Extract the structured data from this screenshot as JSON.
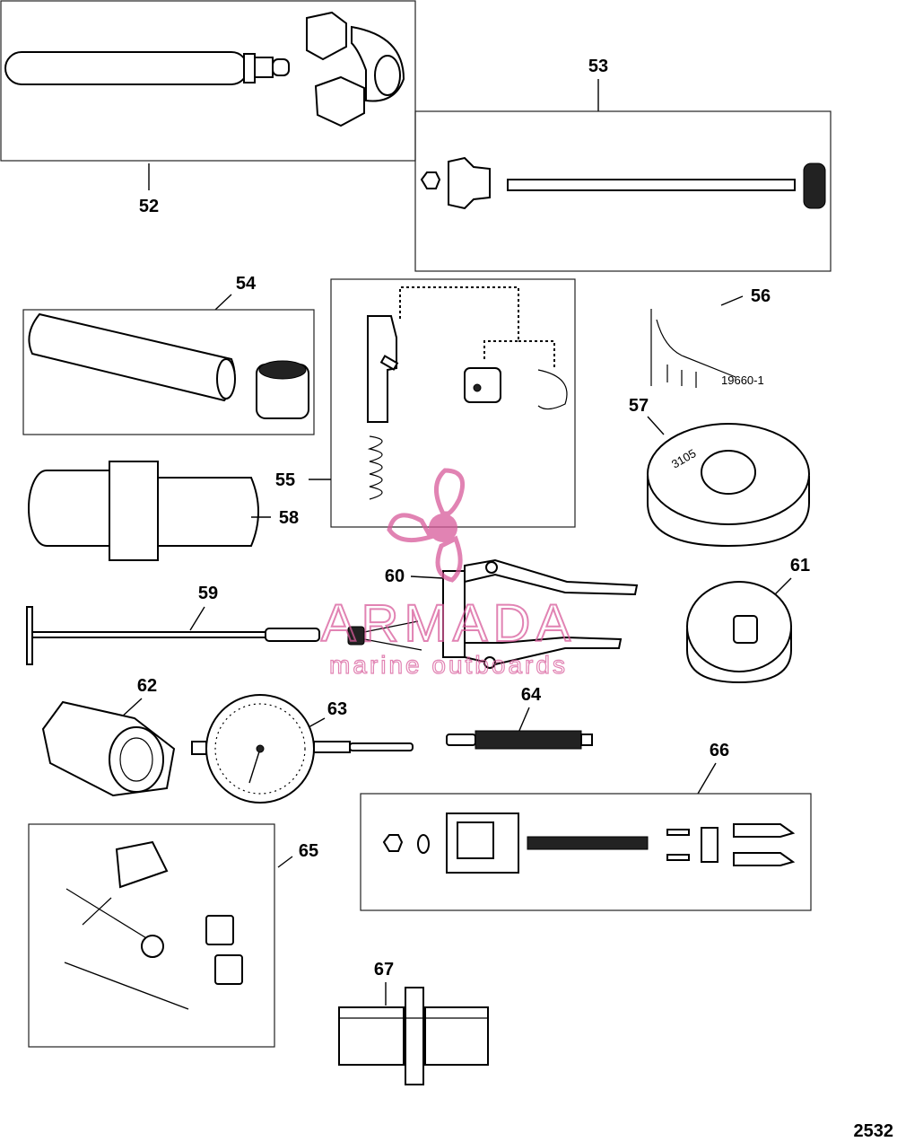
{
  "callouts": {
    "c52": "52",
    "c53": "53",
    "c54": "54",
    "c55": "55",
    "c56": "56",
    "c57": "57",
    "c58": "58",
    "c59": "59",
    "c60": "60",
    "c61": "61",
    "c62": "62",
    "c63": "63",
    "c64": "64",
    "c65": "65",
    "c66": "66",
    "c67": "67"
  },
  "labels": {
    "ref_code": "19660-1",
    "ring_stamp": "3105",
    "figure_number": "2532"
  },
  "watermark": {
    "brand": "ARMADA",
    "tagline": "marine outboards",
    "color": "#d85a9a"
  }
}
